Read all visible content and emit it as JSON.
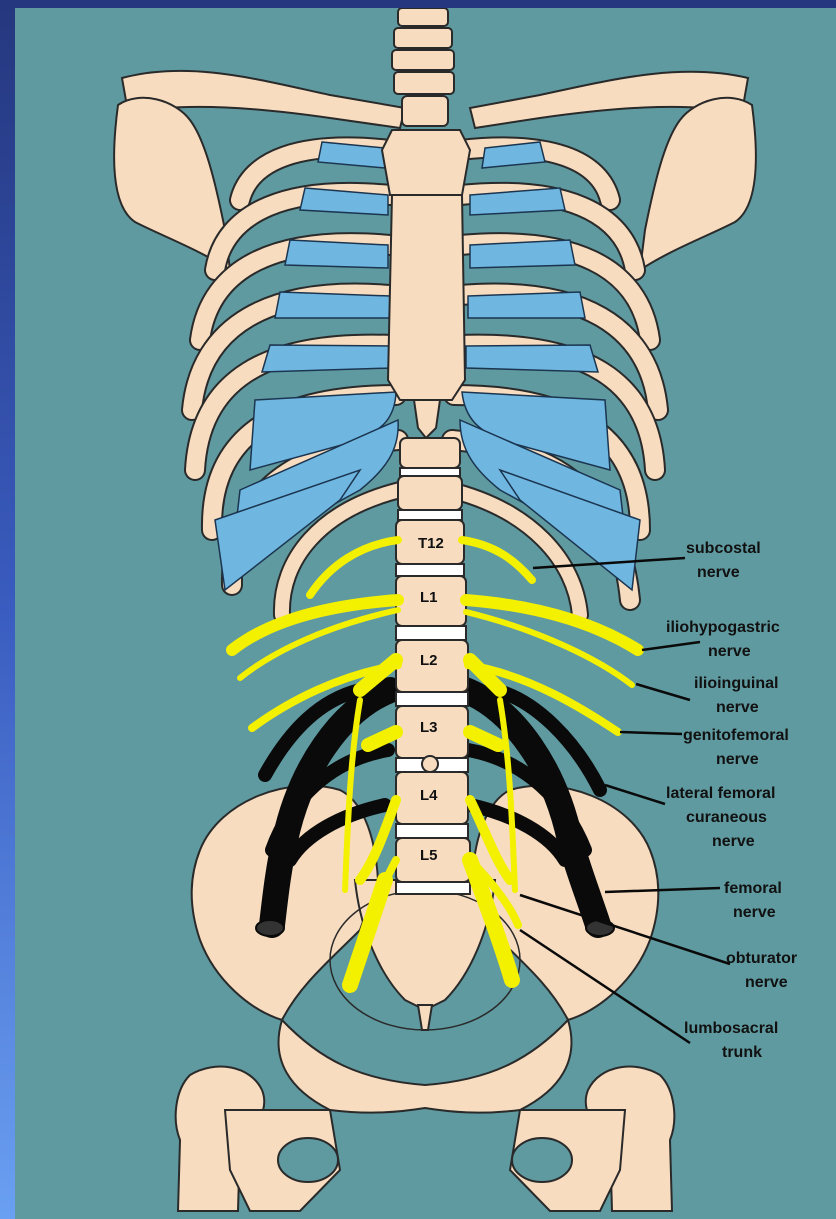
{
  "colors": {
    "background": "#5f9aa0",
    "bone": "#f7dcbf",
    "cartilage": "#6fb6e0",
    "nerve": "#f3f000",
    "psoas": "#0a0a0a",
    "frame": "#2c42a3"
  },
  "vertebrae": [
    "T12",
    "L1",
    "L2",
    "L3",
    "L4",
    "L5"
  ],
  "nerve_labels": [
    {
      "line1": "subcostal",
      "line2": "nerve"
    },
    {
      "line1": "iliohypogastric",
      "line2": "nerve"
    },
    {
      "line1": "ilioinguinal",
      "line2": "nerve"
    },
    {
      "line1": "genitofemoral",
      "line2": "nerve"
    },
    {
      "line1": "lateral femoral",
      "line2": "curaneous",
      "line3": "nerve"
    },
    {
      "line1": "femoral",
      "line2": "nerve"
    },
    {
      "line1": "obturator",
      "line2": "nerve"
    },
    {
      "line1": "lumbosacral",
      "line2": "trunk"
    }
  ]
}
